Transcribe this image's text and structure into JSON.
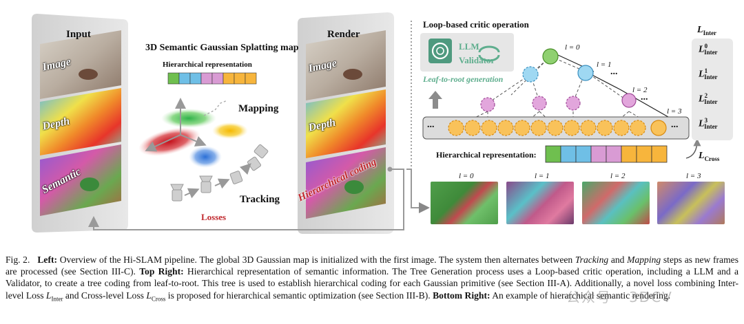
{
  "left": {
    "input_title": "Input",
    "render_title": "Render",
    "map_title": "3D Semantic Gaussian Splatting map",
    "hier_rep_label": "Hierarchical representation",
    "mapping_label": "Mapping",
    "tracking_label": "Tracking",
    "losses_label": "Losses",
    "input_panels": [
      "Image",
      "Depth",
      "Semantic"
    ],
    "render_panels": [
      "Image",
      "Depth",
      "Hierarchical coding"
    ]
  },
  "right": {
    "critic_title": "Loop-based critic operation",
    "llm_label": "LLM",
    "validator_label": "Validator",
    "leaf_to_root": "Leaf-to-root generation",
    "levels": [
      "l = 0",
      "l = 1",
      "l = 2",
      "l = 3"
    ],
    "hier_rep_label": "Hierarchical representation:",
    "l_inter": "L",
    "l_inter_sub": "Inter",
    "l_inter_levels": [
      "0",
      "1",
      "2",
      "3"
    ],
    "l_cross": "L",
    "l_cross_sub": "Cross",
    "ellipsis": "..."
  },
  "colors": {
    "green": "#6fbf4f",
    "blue": "#6fbfe6",
    "pink": "#d99bd4",
    "orange": "#f7b53c",
    "red": "#c0282d",
    "gray_panel": "#dcdcdc"
  },
  "caption": {
    "fig": "Fig. 2.",
    "left_label": "Left:",
    "left_text": "Overview of the Hi-SLAM pipeline. The global 3D Gaussian map is initialized with the first image. The system then alternates between",
    "tracking": "Tracking",
    "and": "and",
    "mapping": "Mapping",
    "left_text2": "steps as new frames are processed (see Section III-C).",
    "top_right_label": "Top Right:",
    "top_right_text": "Hierarchical representation of semantic information. The Tree Generation process uses a Loop-based critic operation, including a LLM and a Validator, to create a tree coding from leaf-to-root. This tree is used to establish hierarchical coding for each Gaussian primitive (see Section III-A). Additionally, a novel loss combining Inter-level Loss",
    "l_inter": "L",
    "l_inter_sub": "Inter",
    "and_cross": "and Cross-level Loss",
    "l_cross": "L",
    "l_cross_sub": "Cross",
    "top_right_text2": "is proposed for hierarchical semantic optimization (see Section III-B).",
    "bottom_right_label": "Bottom Right:",
    "bottom_right_text": "An example of hierarchical semantic rendering."
  },
  "watermark": "公众号 · 3DCV"
}
